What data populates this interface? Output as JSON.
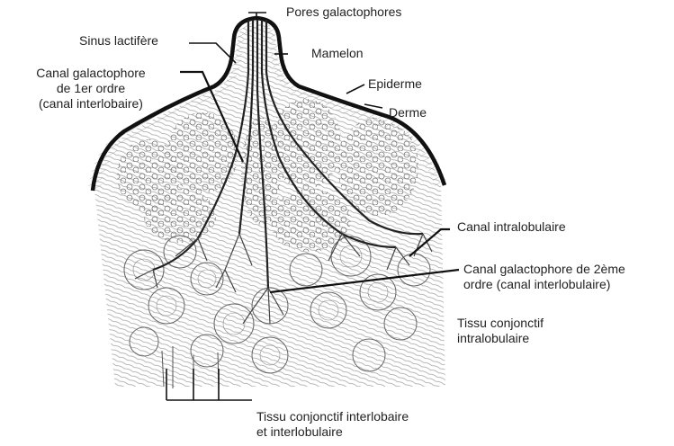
{
  "labels": {
    "pores": "Pores galactophores",
    "sinus": "Sinus lactifère",
    "mamelon": "Mamelon",
    "canal1": [
      "Canal galactophore",
      "de 1er ordre",
      "(canal interlobaire)"
    ],
    "epiderme": "Epiderme",
    "derme": "Derme",
    "intralob_canal": "Canal intralobulaire",
    "canal2": [
      "Canal galactophore de 2ème",
      "ordre (canal interlobulaire)"
    ],
    "tissu_intra": [
      "Tissu conjonctif",
      "intralobulaire"
    ],
    "tissu_inter": [
      "Tissu conjonctif interlobaire",
      "et interlobulaire"
    ]
  },
  "colors": {
    "ink": "#222222",
    "skin": "#111111",
    "tissue": "#555555",
    "background": "#ffffff"
  }
}
